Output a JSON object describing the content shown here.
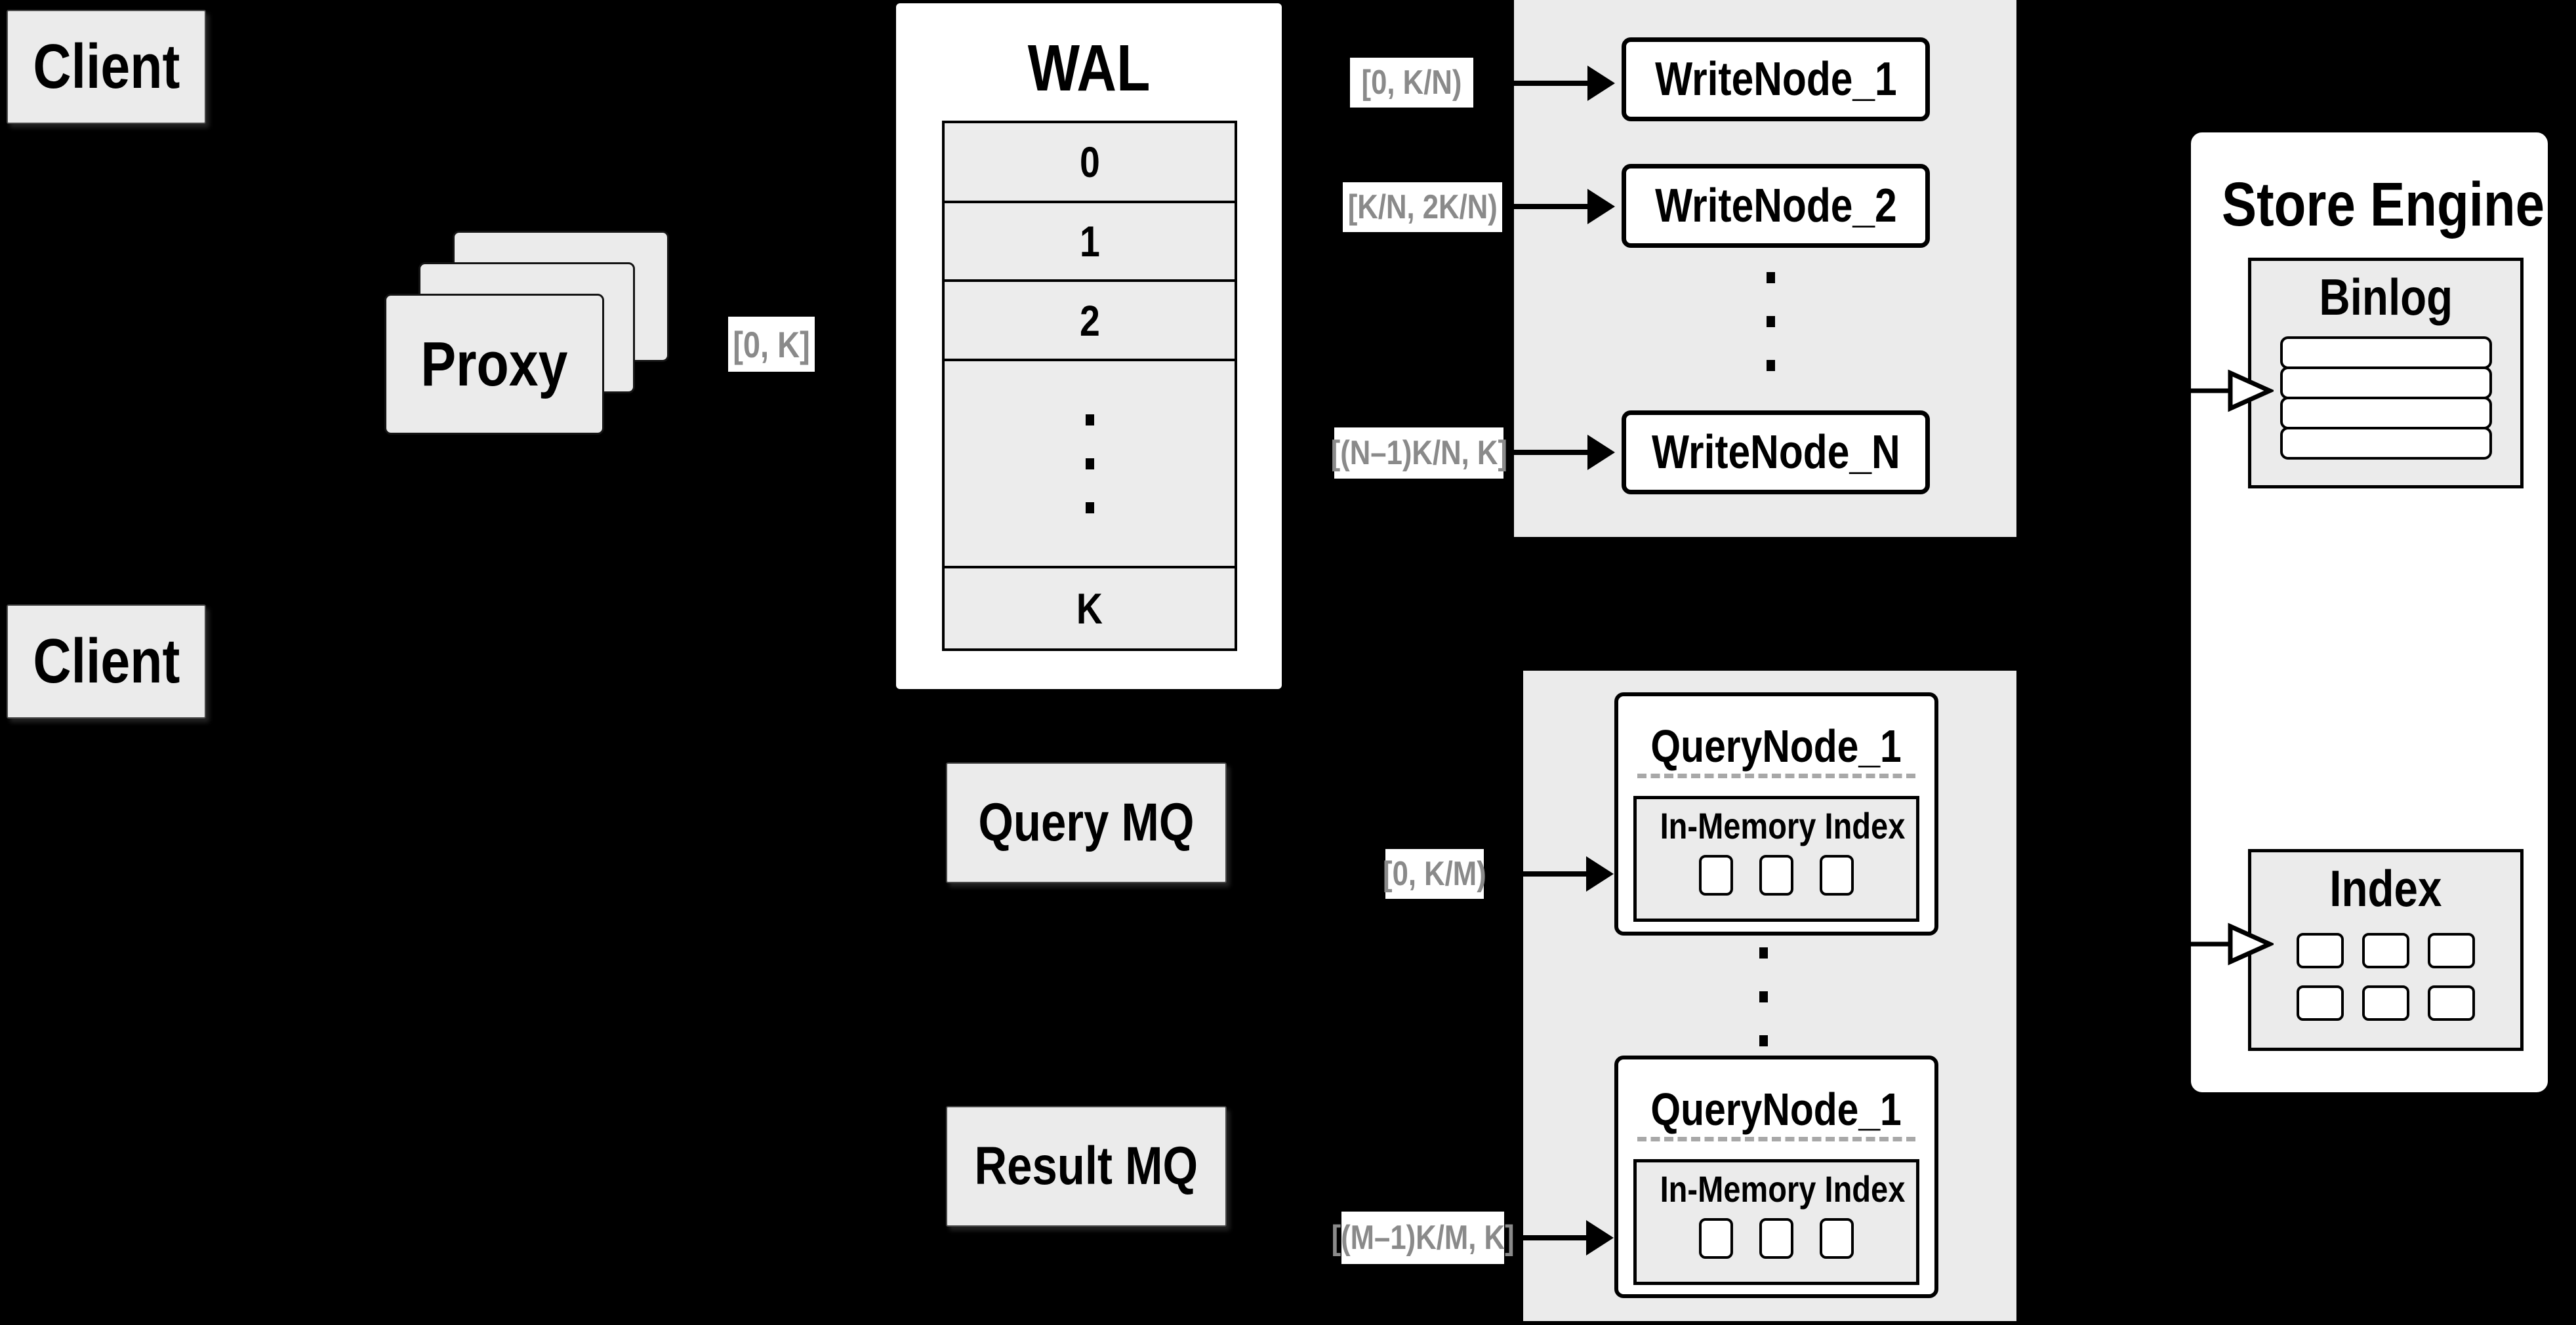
{
  "colors": {
    "background": "#000000",
    "panel_gray": "#ebebeb",
    "box_fill": "#ffffff",
    "border_black": "#000000",
    "chip_text_gray": "#8a8a8a",
    "dashed_separator_gray": "#a8a8a8"
  },
  "clients": {
    "top": "Client",
    "bottom": "Client"
  },
  "proxy": {
    "label": "Proxy"
  },
  "chips": {
    "proxy_out": "[0, K]",
    "write1": "[0,  K/N)",
    "write2": "[K/N, 2K/N)",
    "writeN": "[(N–1)K/N,  K]",
    "query1": "[0, K/M)",
    "queryM": "[(M–1)K/M, K]"
  },
  "wal": {
    "title": "WAL",
    "rows": [
      "0",
      "1",
      "2"
    ],
    "last_row": "K"
  },
  "write_group": {
    "node1": "WriteNode_1",
    "node2": "WriteNode_2",
    "nodeN": "WriteNode_N"
  },
  "mq": {
    "query": "Query MQ",
    "result": "Result MQ"
  },
  "query_group": {
    "node_top": "QueryNode_1",
    "node_bottom": "QueryNode_1",
    "in_memory_top": "In-Memory Index",
    "in_memory_bottom": "In-Memory Index"
  },
  "store_engine": {
    "title": "Store Engine",
    "binlog": "Binlog",
    "index": "Index"
  }
}
